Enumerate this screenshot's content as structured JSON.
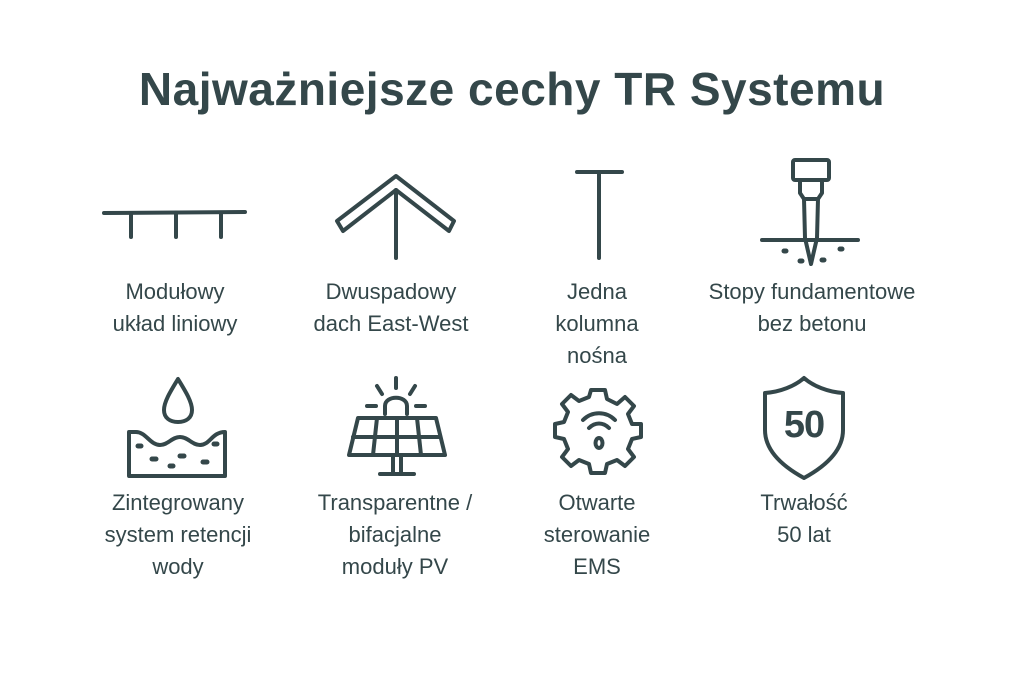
{
  "title": "Najważniejsze cechy TR Systemu",
  "color": "#34474a",
  "features": [
    {
      "icon": "rail-icon",
      "lines": [
        "Modułowy",
        "układ liniowy"
      ]
    },
    {
      "icon": "roof-icon",
      "lines": [
        "Dwuspadowy",
        "dach East-West"
      ]
    },
    {
      "icon": "column-icon",
      "lines": [
        "Jedna",
        "kolumna",
        "nośna"
      ]
    },
    {
      "icon": "ground-screw-icon",
      "lines": [
        "Stopy fundamentowe",
        "bez betonu"
      ]
    },
    {
      "icon": "water-retention-icon",
      "lines": [
        "Zintegrowany",
        "system retencji",
        "wody"
      ]
    },
    {
      "icon": "solar-panel-icon",
      "lines": [
        "Transparentne /",
        "bifacjalne",
        "moduły PV"
      ]
    },
    {
      "icon": "gear-wifi-icon",
      "lines": [
        "Otwarte",
        "sterowanie",
        "EMS"
      ]
    },
    {
      "icon": "shield-50-icon",
      "lines": [
        "Trwałość",
        "50 lat"
      ],
      "badge": "50"
    }
  ]
}
